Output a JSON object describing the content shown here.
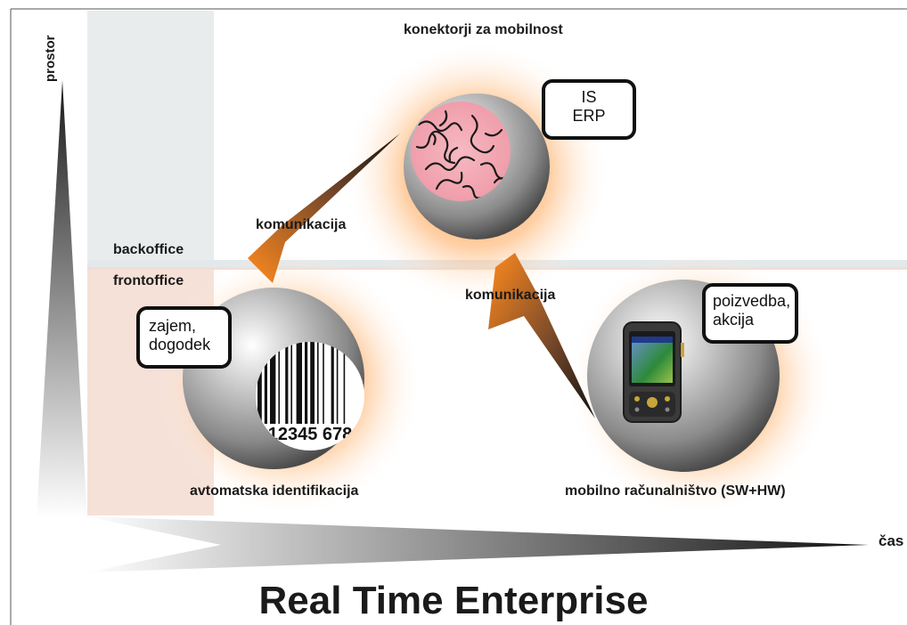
{
  "axes": {
    "y_label": "prostor",
    "x_label": "čas"
  },
  "zones": {
    "backoffice": "backoffice",
    "frontoffice": "frontoffice"
  },
  "nodes": {
    "connectors": {
      "label": "konektorji za mobilnost",
      "callout": [
        "IS",
        "ERP"
      ]
    },
    "auto_id": {
      "label": "avtomatska identifikacija",
      "callout": [
        "zajem,",
        "dogodek"
      ],
      "barcode_digits": "12345 678"
    },
    "mobile": {
      "label": "mobilno računalništvo (SW+HW)",
      "callout": [
        "poizvedba,",
        "akcija"
      ]
    }
  },
  "links": {
    "left": "komunikacija",
    "right": "komunikacija"
  },
  "title": "Real Time Enterprise",
  "colors": {
    "backoffice_band": "#e8ecec",
    "frontoffice_band": "#f6e1d8",
    "glow": "#ff8a1e",
    "sphere": "#9a9a9a"
  }
}
